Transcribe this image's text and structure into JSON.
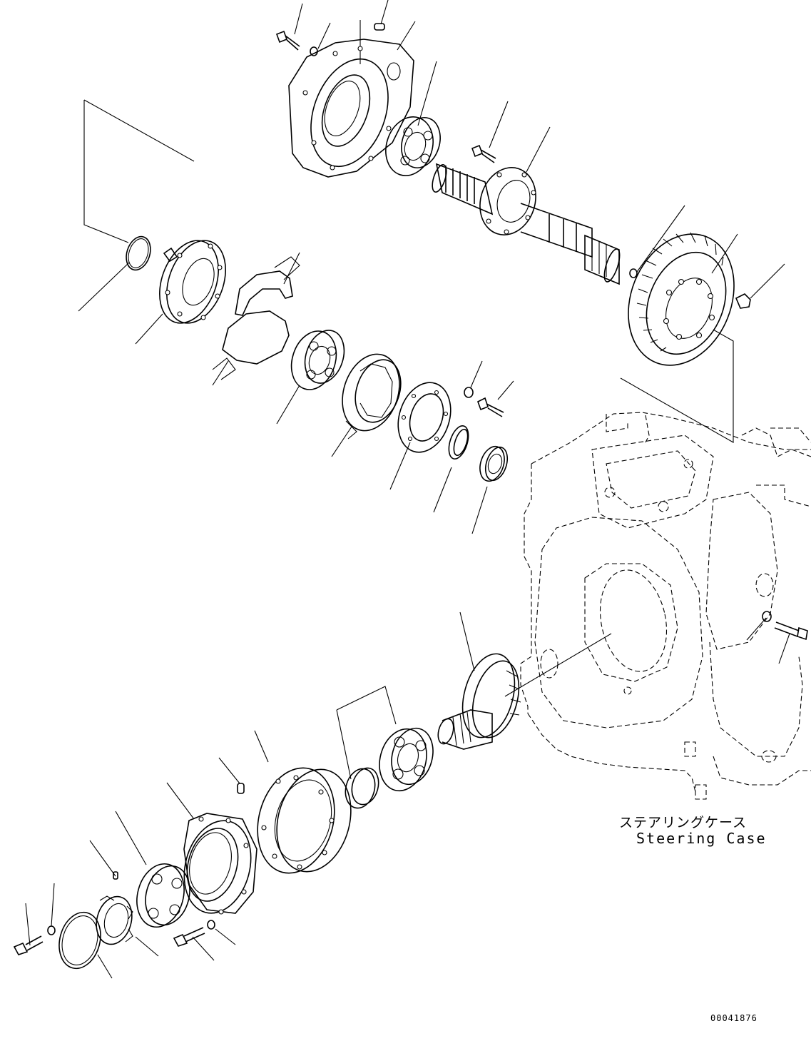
{
  "labels": {
    "steering_case_jp": "ステアリングケース",
    "steering_case_en": "Steering Case"
  },
  "illustration_code": "00041876"
}
